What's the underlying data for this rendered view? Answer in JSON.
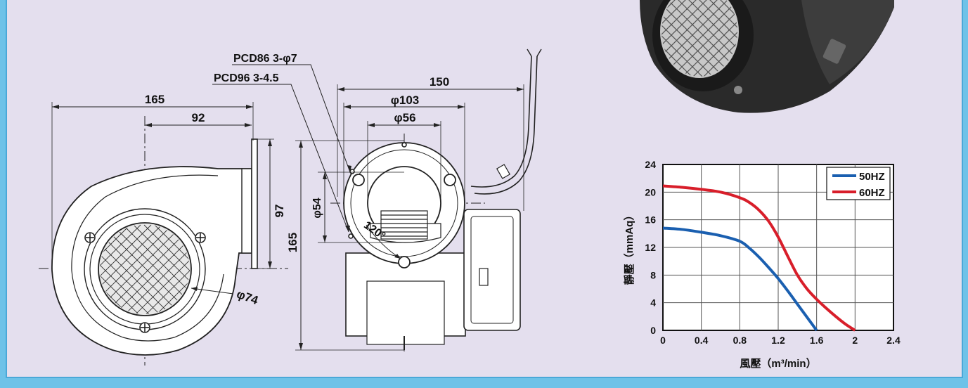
{
  "dimensions": {
    "side_width": "165",
    "side_offset": "92",
    "flange_height": "97",
    "front_height": "165",
    "pcd86": "PCD86 3-φ7",
    "pcd96": "PCD96 3-4.5",
    "width_150": "150",
    "phi103": "φ103",
    "phi56": "φ56",
    "phi54": "φ54",
    "angle": "120°",
    "phi74": "φ74"
  },
  "chart_data": {
    "type": "line",
    "xlabel": "風壓（m³/min）",
    "ylabel": "靜壓（mmAq）",
    "xlim": [
      0,
      2.4
    ],
    "ylim": [
      0,
      24
    ],
    "xticks": [
      "0",
      "0.4",
      "0.8",
      "1.2",
      "1.6",
      "2",
      "2.4"
    ],
    "yticks": [
      "0",
      "4",
      "8",
      "12",
      "16",
      "20",
      "24"
    ],
    "grid": true,
    "legend_position": "top-right",
    "series": [
      {
        "name": "50HZ",
        "color": "#1a5fb0",
        "x": [
          0,
          0.2,
          0.4,
          0.6,
          0.8,
          0.9,
          1.0,
          1.1,
          1.2,
          1.3,
          1.4,
          1.5,
          1.6
        ],
        "y": [
          14.8,
          14.6,
          14.2,
          13.7,
          12.9,
          11.9,
          10.6,
          9.1,
          7.5,
          5.7,
          3.8,
          1.9,
          0
        ]
      },
      {
        "name": "60HZ",
        "color": "#d81e2a",
        "x": [
          0,
          0.2,
          0.4,
          0.6,
          0.8,
          0.9,
          1.0,
          1.1,
          1.2,
          1.3,
          1.4,
          1.5,
          1.6,
          1.7,
          1.8,
          1.9,
          2.0
        ],
        "y": [
          20.9,
          20.7,
          20.4,
          20.0,
          19.2,
          18.5,
          17.4,
          15.8,
          13.5,
          10.7,
          8.0,
          6.0,
          4.5,
          3.2,
          2.0,
          0.9,
          0
        ]
      }
    ]
  }
}
